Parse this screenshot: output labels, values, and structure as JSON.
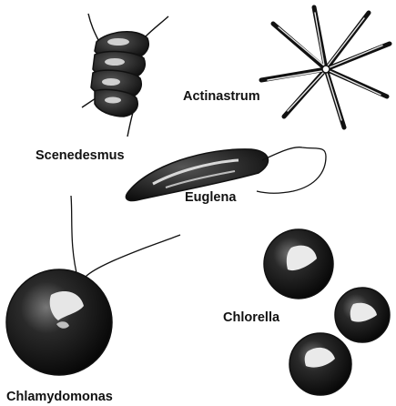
{
  "labels": {
    "scenedesmus": "Scenedesmus",
    "actinastrum": "Actinastrum",
    "euglena": "Euglena",
    "chlamydomonas": "Chlamydomonas",
    "chlorella": "Chlorella"
  },
  "colors": {
    "ink": "#111111",
    "paper": "#ffffff"
  }
}
